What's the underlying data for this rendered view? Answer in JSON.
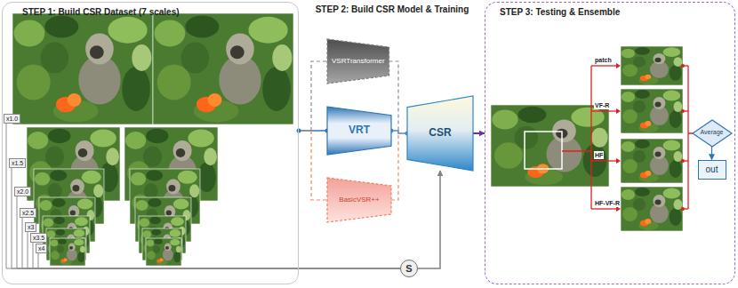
{
  "diagram": {
    "nodes": [
      {
        "text": [
          "STEP 1: Build CSR Dataset (7 scales)"
        ]
      },
      {
        "text": [
          "x1.0"
        ],
        "in": 0
      },
      {
        "text": [
          "x1.5"
        ],
        "in": 0
      },
      {
        "text": [
          "x2.0"
        ],
        "in": 0
      },
      {
        "text": [
          "x2.5"
        ],
        "in": 0
      },
      {
        "text": [
          "x3"
        ],
        "in": 0
      },
      {
        "text": [
          "x3.5"
        ],
        "in": 0
      },
      {
        "text": [
          "x4"
        ],
        "in": 0
      },
      {
        "text": [
          "VSRTransformer"
        ]
      },
      {
        "text": [
          "VRT"
        ]
      },
      {
        "text": [
          "BasicVSR++"
        ]
      },
      {
        "text": [
          "CSR"
        ]
      },
      {
        "text": [
          "S"
        ]
      },
      {
        "text": [
          "STEP 3: Testing & Ensemble"
        ]
      },
      {
        "text": [
          "Average"
        ],
        "in": 13
      },
      {
        "text": [
          "out"
        ],
        "in": 13
      }
    ],
    "edges": [
      {
        "from": 0,
        "to": 9,
        "arrow": "none"
      },
      {
        "from": 0,
        "to": 8,
        "arrow": "none"
      },
      {
        "from": 0,
        "to": 10,
        "arrow": "none"
      },
      {
        "from": 8,
        "to": 11,
        "arrow": "none"
      },
      {
        "from": 9,
        "to": 11,
        "arrow": "none"
      },
      {
        "from": 10,
        "to": 11,
        "arrow": "none"
      },
      {
        "from": 11,
        "to": 13,
        "arrow": "to"
      },
      {
        "from": 12,
        "to": 11,
        "arrow": "to"
      },
      {
        "from": 1,
        "to": 12,
        "arrow": "none"
      },
      {
        "from": 2,
        "to": 12,
        "arrow": "none"
      },
      {
        "from": 3,
        "to": 12,
        "arrow": "none"
      },
      {
        "from": 4,
        "to": 12,
        "arrow": "none"
      },
      {
        "from": 5,
        "to": 12,
        "arrow": "none"
      },
      {
        "from": 6,
        "to": 12,
        "arrow": "none"
      },
      {
        "from": 7,
        "to": 12,
        "arrow": "none"
      },
      {
        "from": 14,
        "to": 15,
        "arrow": "to"
      }
    ],
    "labels": [
      "STEP 2: Build CSR Model & Training",
      "patch",
      "VF-R",
      "HF",
      "HF-VF-R"
    ]
  }
}
